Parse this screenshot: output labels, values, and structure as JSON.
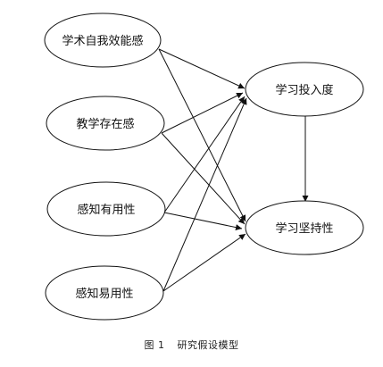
{
  "nodes": {
    "self_efficacy": "学术自我效能感",
    "teaching_presence": "教学存在感",
    "perceived_usefulness": "感知有用性",
    "perceived_ease_of_use": "感知易用性",
    "learning_engagement": "学习投入度",
    "learning_persistence": "学习坚持性"
  },
  "caption": {
    "number": "图 1",
    "title": "研究假设模型"
  }
}
